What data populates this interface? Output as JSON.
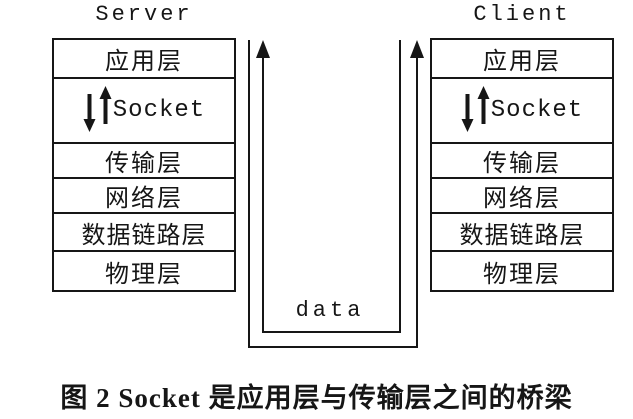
{
  "figure": {
    "server": {
      "title": "Server",
      "layers": [
        "应用层",
        "Socket",
        "传输层",
        "网络层",
        "数据链路层",
        "物理层"
      ]
    },
    "client": {
      "title": "Client",
      "layers": [
        "应用层",
        "Socket",
        "传输层",
        "网络层",
        "数据链路层",
        "物理层"
      ]
    },
    "data_flow_label": "data",
    "caption": "图 2  Socket 是应用层与传输层之间的桥梁"
  },
  "colors": {
    "ink": "#161616",
    "background": "#ffffff"
  }
}
